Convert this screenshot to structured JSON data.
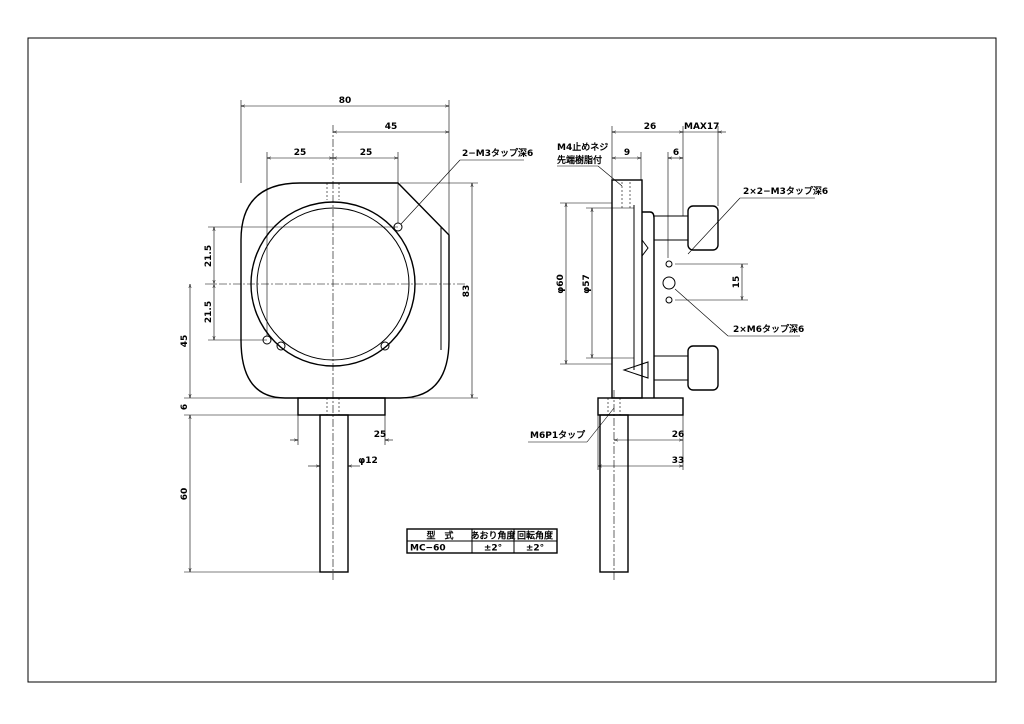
{
  "front_view": {
    "dims": {
      "width_80": "80",
      "dim_45": "45",
      "dim_25_left": "25",
      "dim_25_right": "25",
      "dim_21_5_top": "21.5",
      "dim_21_5_bottom": "21.5",
      "dim_45_height": "45",
      "dim_6": "6",
      "dim_60": "60",
      "dim_83": "83",
      "dim_25_post": "25",
      "post_dia": "φ12"
    },
    "label_m3": "2−M3タップ深6"
  },
  "side_view": {
    "dims": {
      "dim_26_top": "26",
      "max17": "MAX17",
      "dim_9": "9",
      "dim_6": "6",
      "dia_60": "φ60",
      "dia_57": "φ57",
      "dim_15": "15",
      "dim_26_base": "26",
      "dim_33": "33"
    },
    "label_m4_line1": "M4止めネジ",
    "label_m4_line2": "先端樹脂付",
    "label_2x2m3": "2×2−M3タップ深6",
    "label_2xm6": "2×M6タップ深6",
    "label_m6p1": "M6P1タップ"
  },
  "spec_table": {
    "headers": [
      "型　式",
      "あおり角度",
      "回転角度"
    ],
    "row": [
      "MC−60",
      "±2°",
      "±2°"
    ]
  }
}
